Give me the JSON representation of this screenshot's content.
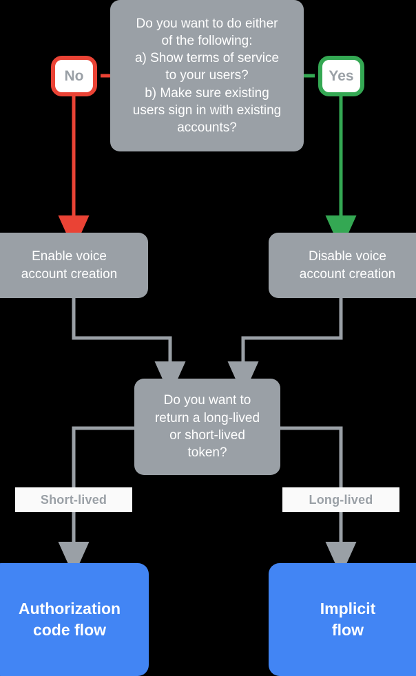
{
  "diagram": {
    "title": "Account linking flow decision chart",
    "background_color": "#000000",
    "colors": {
      "gray_node": "#9aa0a6",
      "blue_node": "#4285f4",
      "no_accent": "#ea4335",
      "yes_accent": "#34a853",
      "connector": "#9aa0a6",
      "label_chip": "#fafafa"
    },
    "nodes": {
      "decision_1": "Do you want to do either\nof the following:\na) Show terms of service\nto your users?\nb) Make sure existing\nusers sign in with existing\naccounts?",
      "branch_no": "No",
      "branch_yes": "Yes",
      "enable_voice": "Enable voice\naccount creation",
      "disable_voice": "Disable voice\naccount creation",
      "decision_2": "Do you want to\nreturn a long-lived\nor short-lived\ntoken?",
      "edge_short_lived": "Short-lived",
      "edge_long_lived": "Long-lived",
      "outcome_auth_code": "Authorization\ncode flow",
      "outcome_implicit": "Implicit\nflow"
    }
  }
}
